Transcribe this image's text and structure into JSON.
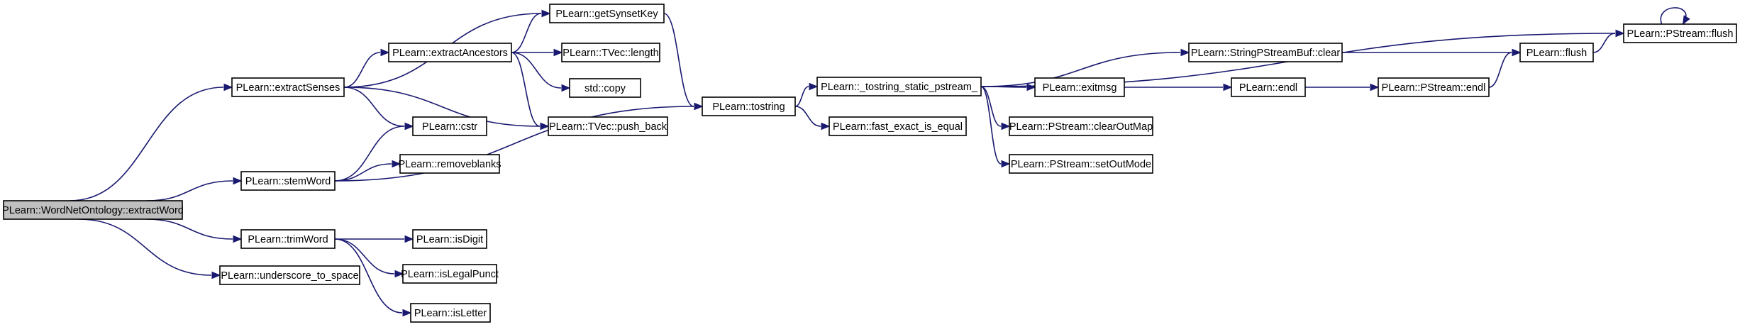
{
  "graph": {
    "colors": {
      "edge": "#191970",
      "root_fill": "#bfbfbf",
      "node_fill": "#ffffff",
      "node_stroke": "#000000"
    },
    "nodes": [
      {
        "id": "extractWord",
        "label": "PLearn::WordNetOntology::extractWord",
        "root": true
      },
      {
        "id": "extractSenses",
        "label": "PLearn::extractSenses"
      },
      {
        "id": "stemWord",
        "label": "PLearn::stemWord"
      },
      {
        "id": "trimWord",
        "label": "PLearn::trimWord"
      },
      {
        "id": "underscore",
        "label": "PLearn::underscore_to_space"
      },
      {
        "id": "extractAncestors",
        "label": "PLearn::extractAncestors"
      },
      {
        "id": "getSynsetKey",
        "label": "PLearn::getSynsetKey"
      },
      {
        "id": "cstr",
        "label": "PLearn::cstr"
      },
      {
        "id": "removeblanks",
        "label": "PLearn::removeblanks"
      },
      {
        "id": "isDigit",
        "label": "PLearn::isDigit"
      },
      {
        "id": "isLegalPunct",
        "label": "PLearn::isLegalPunct"
      },
      {
        "id": "isLetter",
        "label": "PLearn::isLetter"
      },
      {
        "id": "tvecLength",
        "label": "PLearn::TVec::length"
      },
      {
        "id": "stdCopy",
        "label": "std::copy"
      },
      {
        "id": "pushBack",
        "label": "PLearn::TVec::push_back"
      },
      {
        "id": "tostring",
        "label": "PLearn::tostring"
      },
      {
        "id": "tostringStatic",
        "label": "PLearn::_tostring_static_pstream_"
      },
      {
        "id": "fastExact",
        "label": "PLearn::fast_exact_is_equal"
      },
      {
        "id": "spsbClear",
        "label": "PLearn::StringPStreamBuf::clear"
      },
      {
        "id": "exitmsg",
        "label": "PLearn::exitmsg"
      },
      {
        "id": "clearOutMap",
        "label": "PLearn::PStream::clearOutMap"
      },
      {
        "id": "setOutMode",
        "label": "PLearn::PStream::setOutMode"
      },
      {
        "id": "endl",
        "label": "PLearn::endl"
      },
      {
        "id": "psEndl",
        "label": "PLearn::PStream::endl"
      },
      {
        "id": "flush",
        "label": "PLearn::flush"
      },
      {
        "id": "psFlush",
        "label": "PLearn::PStream::flush"
      }
    ],
    "edges": [
      {
        "from": "extractWord",
        "to": "extractSenses"
      },
      {
        "from": "extractWord",
        "to": "stemWord"
      },
      {
        "from": "extractWord",
        "to": "trimWord"
      },
      {
        "from": "extractWord",
        "to": "underscore"
      },
      {
        "from": "extractSenses",
        "to": "getSynsetKey"
      },
      {
        "from": "extractSenses",
        "to": "extractAncestors"
      },
      {
        "from": "extractSenses",
        "to": "cstr"
      },
      {
        "from": "extractSenses",
        "to": "pushBack"
      },
      {
        "from": "extractAncestors",
        "to": "getSynsetKey"
      },
      {
        "from": "extractAncestors",
        "to": "tvecLength"
      },
      {
        "from": "extractAncestors",
        "to": "stdCopy"
      },
      {
        "from": "extractAncestors",
        "to": "pushBack"
      },
      {
        "from": "getSynsetKey",
        "to": "tostring"
      },
      {
        "from": "stemWord",
        "to": "cstr"
      },
      {
        "from": "stemWord",
        "to": "removeblanks"
      },
      {
        "from": "stemWord",
        "to": "tostring"
      },
      {
        "from": "trimWord",
        "to": "isDigit"
      },
      {
        "from": "trimWord",
        "to": "isLegalPunct"
      },
      {
        "from": "trimWord",
        "to": "isLetter"
      },
      {
        "from": "tostring",
        "to": "tostringStatic"
      },
      {
        "from": "tostring",
        "to": "fastExact"
      },
      {
        "from": "tostringStatic",
        "to": "psFlush"
      },
      {
        "from": "tostringStatic",
        "to": "spsbClear"
      },
      {
        "from": "tostringStatic",
        "to": "exitmsg"
      },
      {
        "from": "tostringStatic",
        "to": "clearOutMap"
      },
      {
        "from": "tostringStatic",
        "to": "setOutMode"
      },
      {
        "from": "spsbClear",
        "to": "flush"
      },
      {
        "from": "exitmsg",
        "to": "endl"
      },
      {
        "from": "endl",
        "to": "psEndl"
      },
      {
        "from": "psEndl",
        "to": "flush"
      },
      {
        "from": "flush",
        "to": "psFlush"
      },
      {
        "from": "psFlush",
        "to": "psFlush"
      }
    ]
  }
}
